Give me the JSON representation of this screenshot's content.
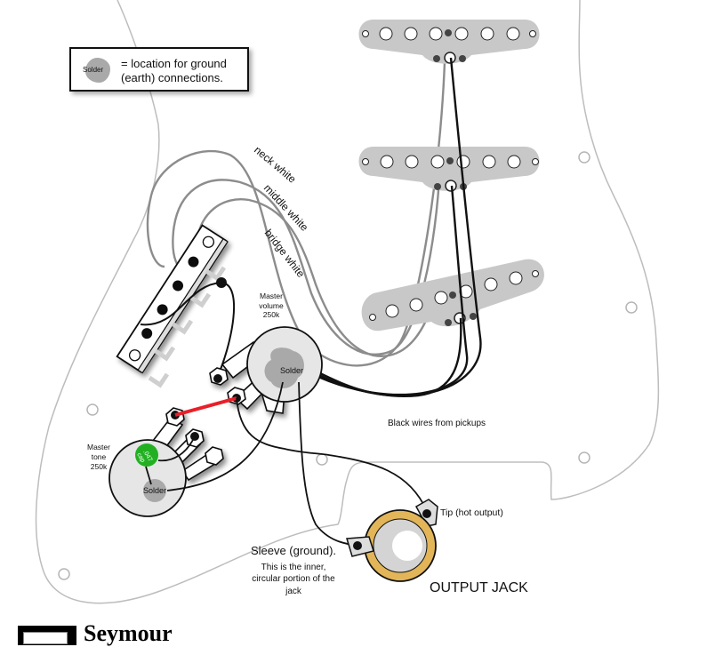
{
  "title": "Stratocaster wiring diagram",
  "legend": {
    "blob_label": "Solder",
    "text_line1": "= location for ground",
    "text_line2": "(earth) connections."
  },
  "wire_labels": {
    "neck": "neck white",
    "middle": "middle white",
    "bridge": "bridge white",
    "black_wires": "Black wires from pickups"
  },
  "volume_pot": {
    "line1": "Master",
    "line2": "volume",
    "line3": "250k",
    "solder": "Solder"
  },
  "tone_pot": {
    "line1": "Master",
    "line2": "tone",
    "line3": "250k",
    "solder": "Solder",
    "cap_line1": ".047",
    "cap_line2": "cap"
  },
  "jack": {
    "tip_label": "Tip (hot output)",
    "sleeve_label": "Sleeve (ground).",
    "sleeve_desc1": "This is the inner,",
    "sleeve_desc2": "circular portion of the",
    "sleeve_desc3": "jack",
    "title": "OUTPUT JACK"
  },
  "pickups": [
    {
      "name": "neck"
    },
    {
      "name": "middle"
    },
    {
      "name": "bridge"
    }
  ],
  "brand": {
    "name": "Seymour"
  },
  "colors": {
    "pickup_fill": "#c8c8c8",
    "pot_fill": "#e6e6e6",
    "solder_fill": "#a9a9a9",
    "cap_fill": "#22b022",
    "jumper_red": "#e8202a",
    "jack_ring": "#e2b558",
    "guard_outline": "#bdbdbd",
    "wire_gray": "#8c8c8c",
    "wire_black": "#111111"
  }
}
